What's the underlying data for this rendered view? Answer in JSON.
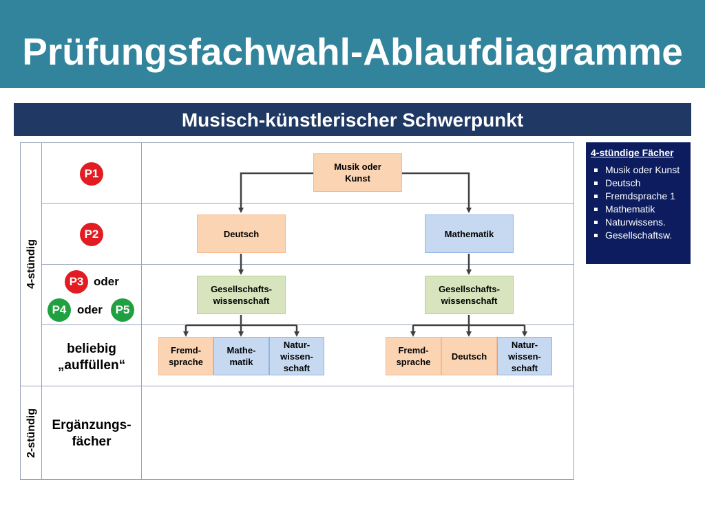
{
  "title": "Prüfungsfachwahl-Ablaufdiagramme",
  "subtitle": "Musisch-künstlerischer Schwerpunkt",
  "side_labels": {
    "four_hour": "4-stündig",
    "two_hour": "2-stündig"
  },
  "rows": {
    "p1": "P1",
    "p2": "P2",
    "p3": "P3",
    "oder1": "oder",
    "p4": "P4",
    "oder2": "oder",
    "p5": "P5",
    "fill_line1": "beliebig",
    "fill_line2": "„auffüllen“",
    "supp_line1": "Ergänzungs-",
    "supp_line2": "fächer"
  },
  "diagram": {
    "root": {
      "line1": "Musik oder",
      "line2": "Kunst"
    },
    "left": {
      "p2": "Deutsch",
      "p3_line1": "Gesellschafts-",
      "p3_line2": "wissenschaft",
      "fill": [
        {
          "line1": "Fremd-",
          "line2": "sprache",
          "line3": ""
        },
        {
          "line1": "Mathe-",
          "line2": "matik",
          "line3": ""
        },
        {
          "line1": "Natur-",
          "line2": "wissen-",
          "line3": "schaft"
        }
      ]
    },
    "right": {
      "p2": "Mathematik",
      "p3_line1": "Gesellschafts-",
      "p3_line2": "wissenschaft",
      "fill": [
        {
          "line1": "Fremd-",
          "line2": "sprache",
          "line3": ""
        },
        {
          "line1": "Deutsch",
          "line2": "",
          "line3": ""
        },
        {
          "line1": "Natur-",
          "line2": "wissen-",
          "line3": "schaft"
        }
      ]
    }
  },
  "panel": {
    "title": "4-stündige Fächer",
    "items": [
      "Musik oder Kunst",
      "Deutsch",
      "Fremdsprache 1",
      "Mathematik",
      "Naturwissens.",
      "Gesellschaftsw."
    ]
  },
  "colors": {
    "header": "#31849b",
    "subheader": "#1f3864",
    "panel": "#0c1c5e",
    "badge_red": "#e31c23",
    "badge_green": "#20a040",
    "box_orange": "#fbd4b4",
    "box_blue": "#c6d9f1",
    "box_green": "#d7e4bd"
  }
}
